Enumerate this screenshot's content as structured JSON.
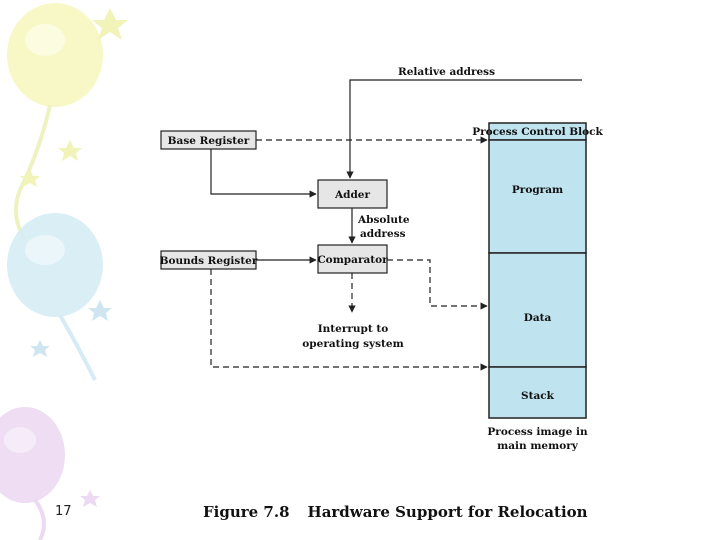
{
  "slide_number": "17",
  "caption": {
    "figure": "Figure 7.8",
    "title": "Hardware Support for Relocation"
  },
  "labels": {
    "relative_address": "Relative address",
    "base_register": "Base Register",
    "bounds_register": "Bounds Register",
    "adder": "Adder",
    "comparator": "Comparator",
    "absolute_1": "Absolute",
    "absolute_2": "address",
    "interrupt_1": "Interrupt to",
    "interrupt_2": "operating system",
    "pcb": "Process Control Block",
    "program": "Program",
    "data": "Data",
    "stack": "Stack",
    "process_image_1": "Process image in",
    "process_image_2": "main memory"
  },
  "colors": {
    "memory_fill": "#bfe3ef",
    "box_fill": "#e6e6e6",
    "line": "#222222"
  }
}
